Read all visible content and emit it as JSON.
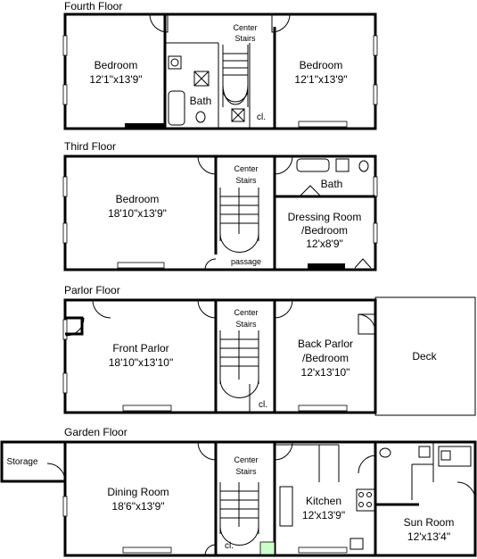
{
  "floors": {
    "fourth": {
      "title": "Fourth Floor",
      "stairs_line1": "Center",
      "stairs_line2": "Stairs",
      "bedroom_left": {
        "name": "Bedroom",
        "size": "12'1\"x13'9\""
      },
      "bedroom_right": {
        "name": "Bedroom",
        "size": "12'1\"x13'9\""
      },
      "bath": "Bath",
      "closet": "cl."
    },
    "third": {
      "title": "Third Floor",
      "stairs_line1": "Center",
      "stairs_line2": "Stairs",
      "bedroom": {
        "name": "Bedroom",
        "size": "18'10\"x13'9\""
      },
      "bath": "Bath",
      "dressing_line1": "Dressing Room",
      "dressing_line2": "/Bedroom",
      "dressing_size": "12'x8'9\"",
      "passage": "passage"
    },
    "parlor": {
      "title": "Parlor Floor",
      "stairs_line1": "Center",
      "stairs_line2": "Stairs",
      "front_parlor": {
        "name": "Front Parlor",
        "size": "18'10\"x13'10\""
      },
      "back_line1": "Back Parlor",
      "back_line2": "/Bedroom",
      "back_size": "12'x13'10\"",
      "closet": "cl.",
      "deck": "Deck"
    },
    "garden": {
      "title": "Garden Floor",
      "stairs_line1": "Center",
      "stairs_line2": "Stairs",
      "storage": "Storage",
      "dining": {
        "name": "Dining Room",
        "size": "18'6\"x13'9\""
      },
      "kitchen": {
        "name": "Kitchen",
        "size": "12'x13'9\""
      },
      "sunroom": {
        "name": "Sun Room",
        "size": "12'x13'4\""
      },
      "closet": "cl."
    }
  }
}
